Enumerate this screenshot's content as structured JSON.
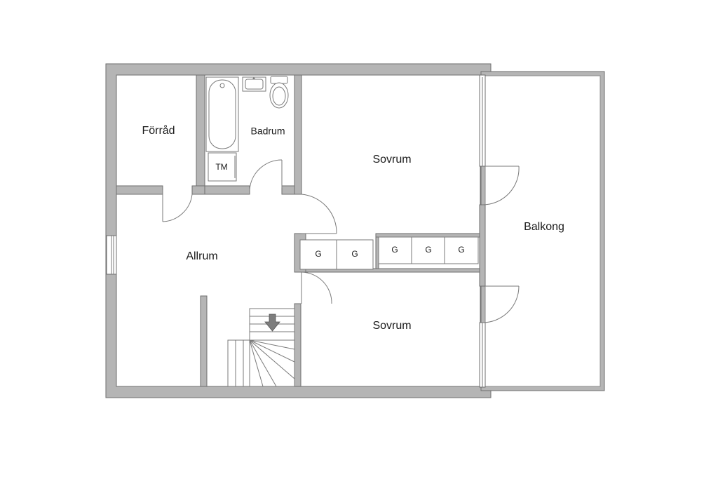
{
  "rooms": {
    "forrad": "Förråd",
    "badrum": "Badrum",
    "tm": "TM",
    "sovrum_top": "Sovrum",
    "balkong": "Balkong",
    "allrum": "Allrum",
    "sovrum_bottom": "Sovrum"
  },
  "wardrobes": [
    "G",
    "G",
    "G",
    "G",
    "G"
  ],
  "colors": {
    "wall": "#b5b5b5",
    "line": "#7a7a7a",
    "arrow": "#7d7d7d"
  },
  "icons": [
    "bathtub-icon",
    "sink-icon",
    "toilet-icon",
    "stairs-down-arrow-icon"
  ]
}
